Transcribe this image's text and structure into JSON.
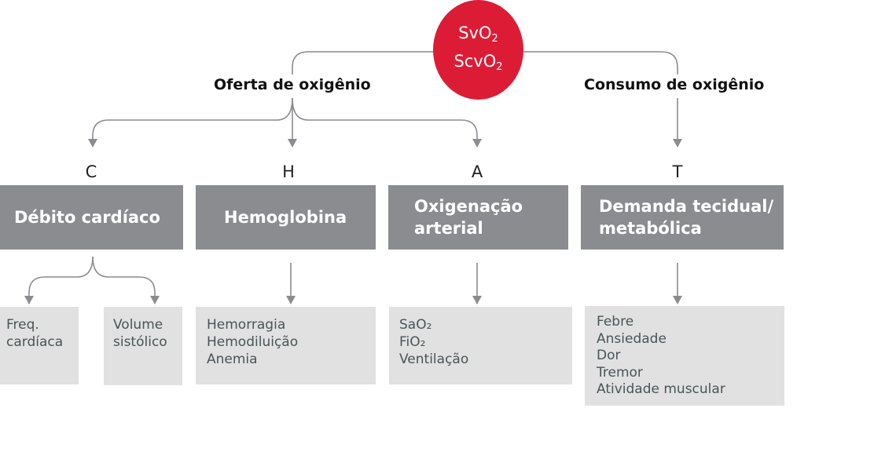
{
  "center": {
    "line1": "SvO",
    "line1_sub": "2",
    "line2": "ScvO",
    "line2_sub": "2",
    "color": "#dc1c35"
  },
  "categories": {
    "supply": "Oferta de oxigênio",
    "consumption": "Consumo de oxigênio"
  },
  "letters": [
    "C",
    "H",
    "A",
    "T"
  ],
  "factors": [
    "Débito cardíaco",
    "Hemoglobina",
    "Oxigenação arterial",
    "Demanda tecidual/ metabólica"
  ],
  "details": {
    "freq": [
      "Freq.",
      "cardíaca"
    ],
    "volume": [
      "Volume",
      "sistólico"
    ],
    "hemoglobina": [
      "Hemorragia",
      "Hemodiluição",
      "Anemia"
    ],
    "oxigenacao": [
      "SaO₂",
      "FiO₂",
      "Ventilação"
    ],
    "demanda": [
      "Febre",
      "Ansiedade",
      "Dor",
      "Tremor",
      "Atividade muscular"
    ]
  }
}
